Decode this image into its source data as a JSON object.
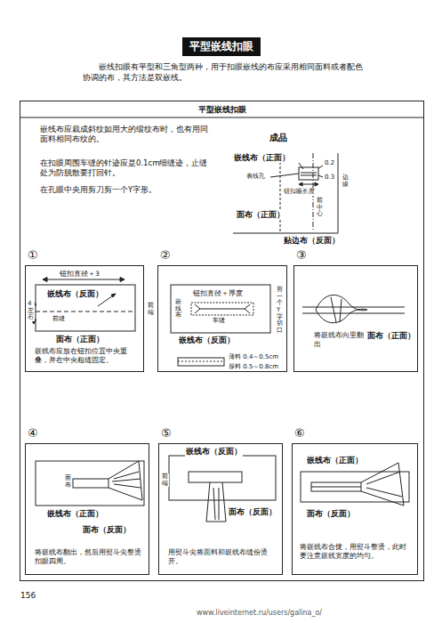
{
  "diagram": {
    "title": "平型嵌线扣眼",
    "nodes": [
      {
        "text": [
          "平型嵌线扣眼"
        ]
      },
      {
        "text": [
          "①"
        ],
        "in": 0
      },
      {
        "text": [
          "②"
        ],
        "in": 0
      },
      {
        "text": [
          "③"
        ],
        "in": 0
      },
      {
        "text": [
          "④"
        ],
        "in": 0
      },
      {
        "text": [
          "⑤"
        ],
        "in": 0
      },
      {
        "text": [
          "⑥"
        ],
        "in": 0
      }
    ],
    "labels": [
      "嵌线扣眼有平型和三角型两种，用于扣眼嵌线的布应采用相同面料或者配色协调的布，其方法是双嵌线。",
      "嵌线布应裁成斜纹如用大的缎纹布时，也有用同面料相同布纹的。",
      "在扣眼周围车缝的针迹应是0.1cm细缝迹，止缝处为防脱散要打回针。",
      "在孔眼中央用剪刀剪一个Y字形。",
      "成品",
      "嵌线布（正面）",
      "表线孔",
      "0.2",
      "0.3",
      "钮扣眼长度",
      "前中心",
      "边缘",
      "面布（正面）",
      "贴边布（反面）",
      "钮扣直径＋3",
      "嵌线布（反面）",
      "4左右",
      "前缝",
      "面布（正面）",
      "前端",
      "嵌线布应放在钮扣位置中央重叠，并在中央粗缝固定。",
      "钮扣直径＋厚度",
      "车缝",
      "嵌线布",
      "嵌线布（反面）",
      "剪一个Y字切口",
      "薄料 0.4～0.5cm",
      "厚料 0.5～0.8cm",
      "将嵌线布向里翻出",
      "面布（正面）",
      "面布",
      "嵌线布（正面）",
      "面布（反面）",
      "将嵌线布翻出，然后用熨斗尖整烫扣眼四周。",
      "嵌线布（反面）",
      "前端",
      "面布（反面）",
      "用熨斗尖将面料和嵌线布缝份烫开。",
      "嵌线布（正面）",
      "面布（反面）",
      "将嵌线布合拢，用熨斗整烫，此时要注意嵌线宽度的均匀。",
      "156",
      "www.liveinternet.ru/users/galina_o/"
    ]
  }
}
